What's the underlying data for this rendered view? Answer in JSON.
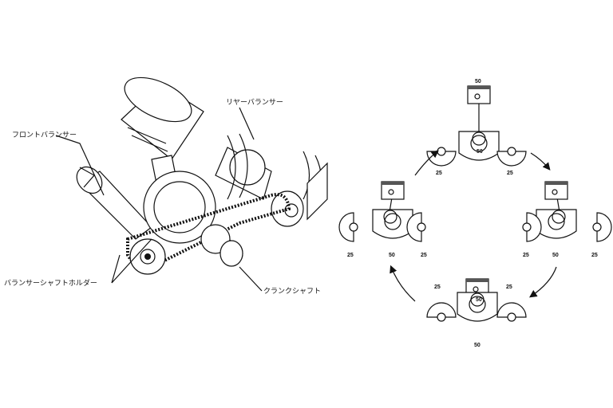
{
  "engine_illustration": {
    "labels": {
      "front_balancer": "フロントバランサー",
      "rear_balancer": "リヤーバランサー",
      "balancer_shaft_holder": "バランサーシャフトホルダー",
      "crankshaft": "クランクシャフト"
    }
  },
  "balance_cycle": {
    "top": {
      "piston_force": "50",
      "crank_force": "50",
      "left_balancer": "25",
      "right_balancer": "25"
    },
    "right": {
      "left_balancer": "25",
      "crank_force": "50",
      "right_balancer": "25"
    },
    "bottom": {
      "left_balancer": "25",
      "crank_force": "50",
      "right_balancer": "25",
      "piston_force": "50"
    },
    "left": {
      "left_balancer": "25",
      "crank_force": "50",
      "right_balancer": "25"
    }
  }
}
